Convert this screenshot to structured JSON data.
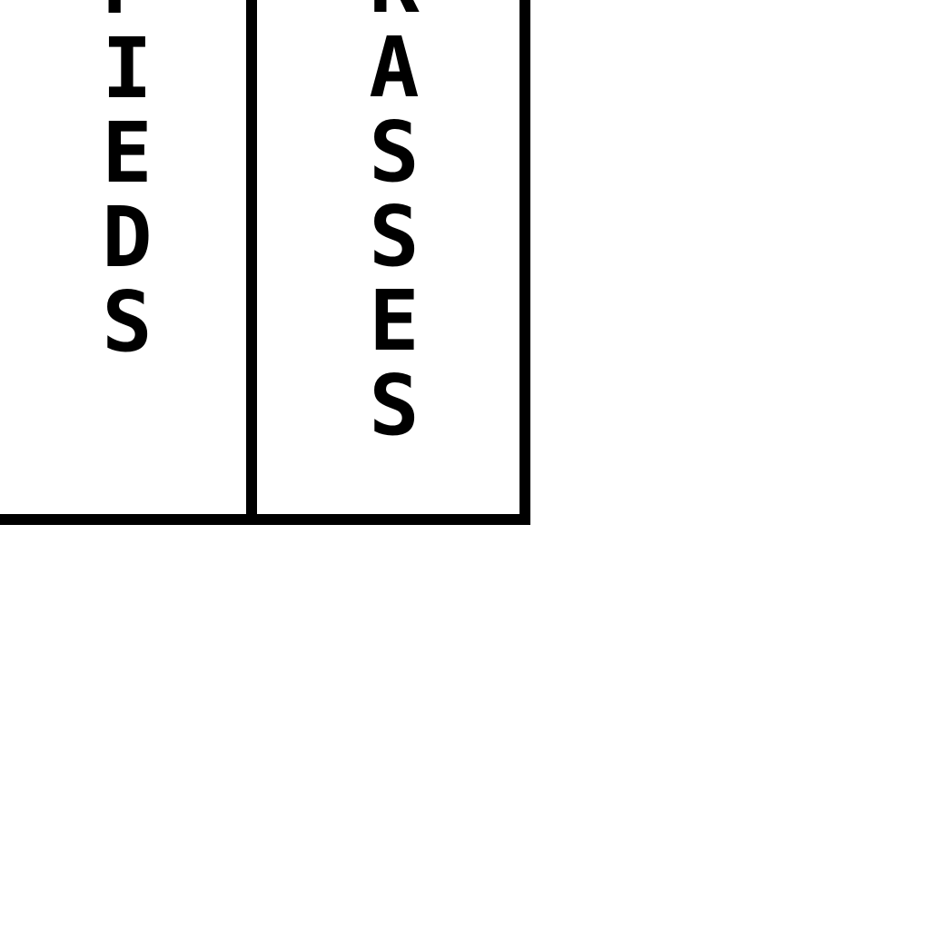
{
  "columns": [
    {
      "label": "PIEDS",
      "visible_letters": [
        "P",
        "I",
        "E",
        "D",
        "S"
      ]
    },
    {
      "label": "RASSES",
      "visible_letters": [
        "R",
        "A",
        "S",
        "S",
        "E",
        "S"
      ]
    }
  ],
  "colors": {
    "background": "#ffffff",
    "line": "#000000",
    "text": "#000000"
  }
}
